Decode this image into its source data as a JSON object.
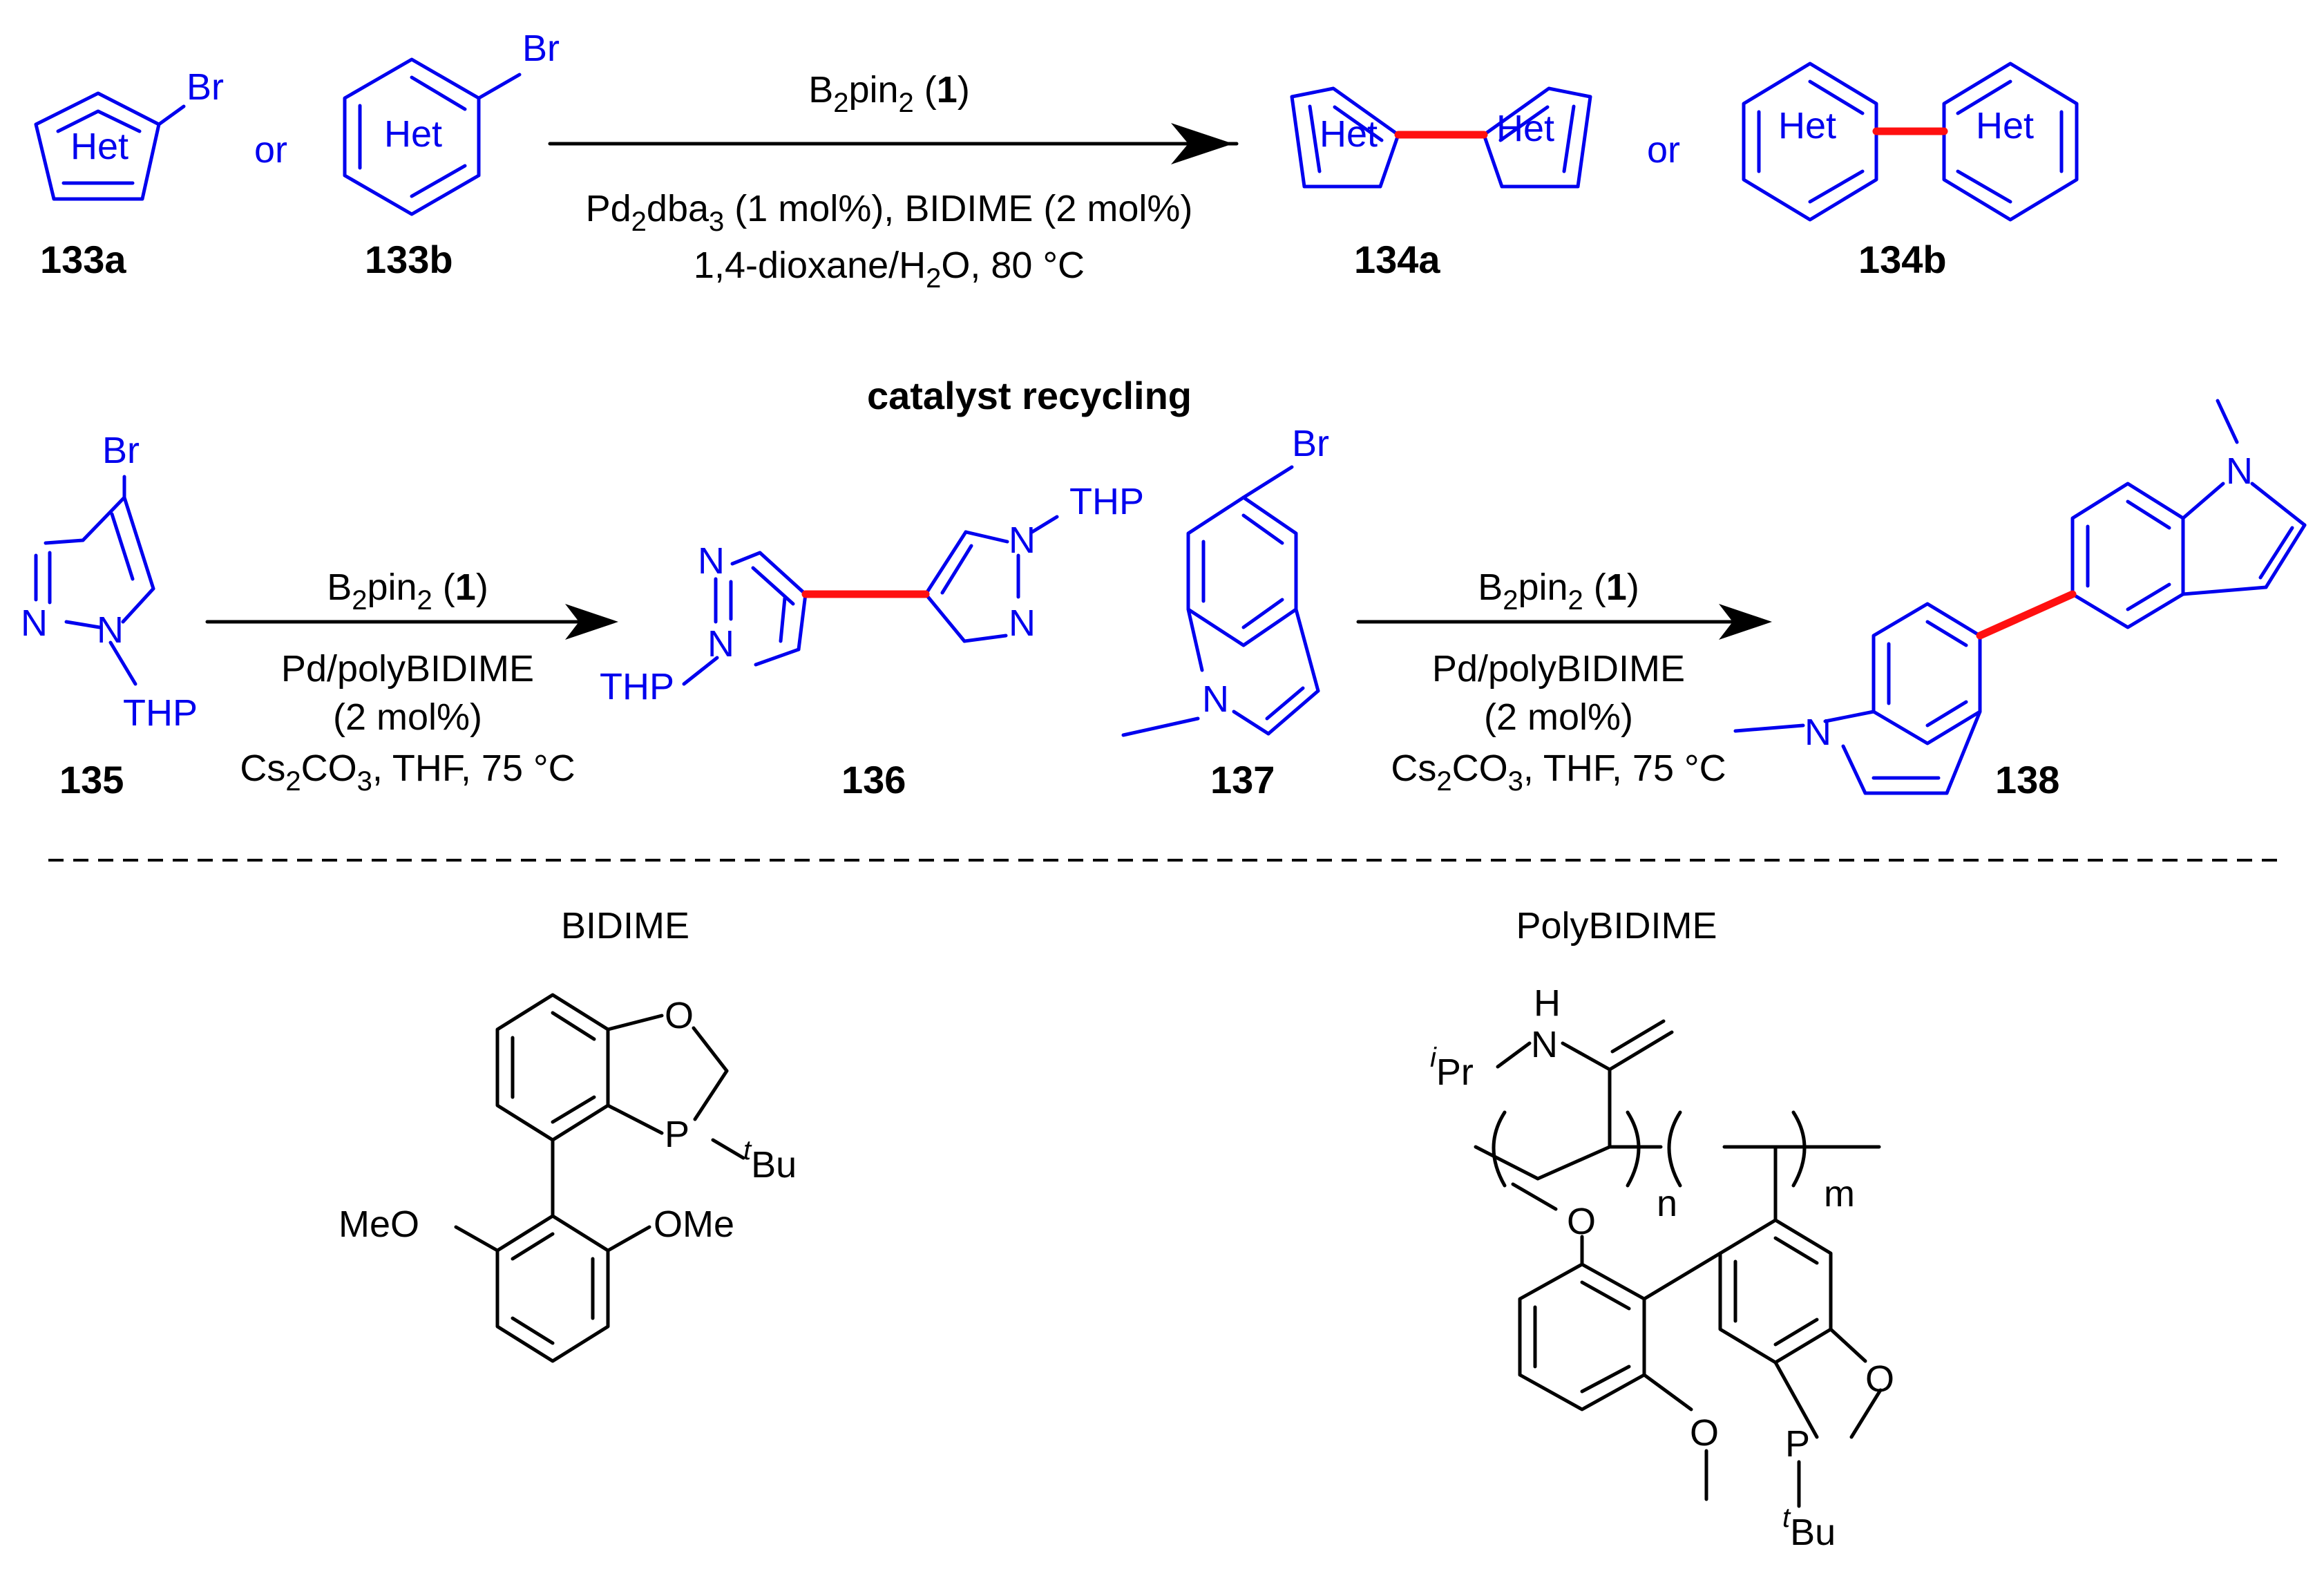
{
  "compounds": {
    "c133a": "133a",
    "c133b": "133b",
    "c134a": "134a",
    "c134b": "134b",
    "c135": "135",
    "c136": "136",
    "c137": "137",
    "c138": "138"
  },
  "atoms": {
    "br": "Br",
    "het": "Het",
    "n": "N",
    "thp": "THP",
    "o": "O",
    "p": "P",
    "h": "H",
    "bu": "Bu",
    "t_sup": "t",
    "i_sup": "i",
    "pr": "Pr",
    "meo": "MeO",
    "ome": "OMe",
    "poly_n": "n",
    "poly_m": "m"
  },
  "text": {
    "or1": "or",
    "or2": "or",
    "section_title": "catalyst recycling",
    "bidime_label": "BIDIME",
    "polybidime_label": "PolyBIDIME"
  },
  "reaction1": {
    "reagent_pre": "B",
    "reagent_sub": "2",
    "reagent_mid": "pin",
    "reagent_sub2": "2",
    "reagent_open": " (",
    "reagent_num": "1",
    "reagent_close": ")",
    "cond1_pre": "Pd",
    "cond1_sub": "2",
    "cond1_mid": "dba",
    "cond1_sub2": "3",
    "cond1_post": " (1 mol%), BIDIME (2 mol%)",
    "cond2_pre": "1,4-dioxane/H",
    "cond2_sub": "2",
    "cond2_post": "O, 80 °C"
  },
  "reaction2": {
    "reagent_pre": "B",
    "reagent_sub": "2",
    "reagent_mid": "pin",
    "reagent_sub2": "2",
    "reagent_open": " (",
    "reagent_num": "1",
    "reagent_close": ")",
    "cond1": "Pd/polyBIDIME",
    "cond2": "(2 mol%)",
    "cond3_pre": "Cs",
    "cond3_sub": "2",
    "cond3_mid": "CO",
    "cond3_sub2": "3",
    "cond3_post": ", THF, 75 °C"
  },
  "reaction3": {
    "reagent_pre": "B",
    "reagent_sub": "2",
    "reagent_mid": "pin",
    "reagent_sub2": "2",
    "reagent_open": " (",
    "reagent_num": "1",
    "reagent_close": ")",
    "cond1": "Pd/polyBIDIME",
    "cond2": "(2 mol%)",
    "cond3_pre": "Cs",
    "cond3_sub": "2",
    "cond3_mid": "CO",
    "cond3_sub2": "3",
    "cond3_post": ", THF, 75 °C"
  },
  "colors": {
    "heteroaryl": "#0000ee",
    "new_bond": "#ff1010",
    "text": "#000000",
    "background": "#ffffff"
  }
}
